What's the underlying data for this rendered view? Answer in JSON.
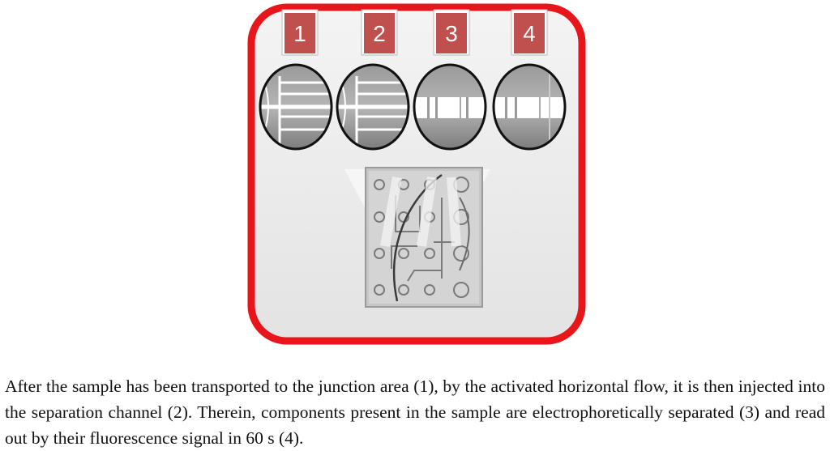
{
  "figure": {
    "step_labels": [
      "1",
      "2",
      "3",
      "4"
    ],
    "colors": {
      "frame_border": "#e8151b",
      "frame_fill": "#e9e9e9",
      "label_badge": "#c0504d",
      "label_text": "#ffffff",
      "chip": "#c8c8c8"
    }
  },
  "caption": "After the sample has been transported to the junction area (1), by the activated horizontal flow, it is then injected into the separation channel (2). Therein, components present in the sample are electrophoretically separated (3) and read out by their fluorescence signal in 60 s (4)."
}
